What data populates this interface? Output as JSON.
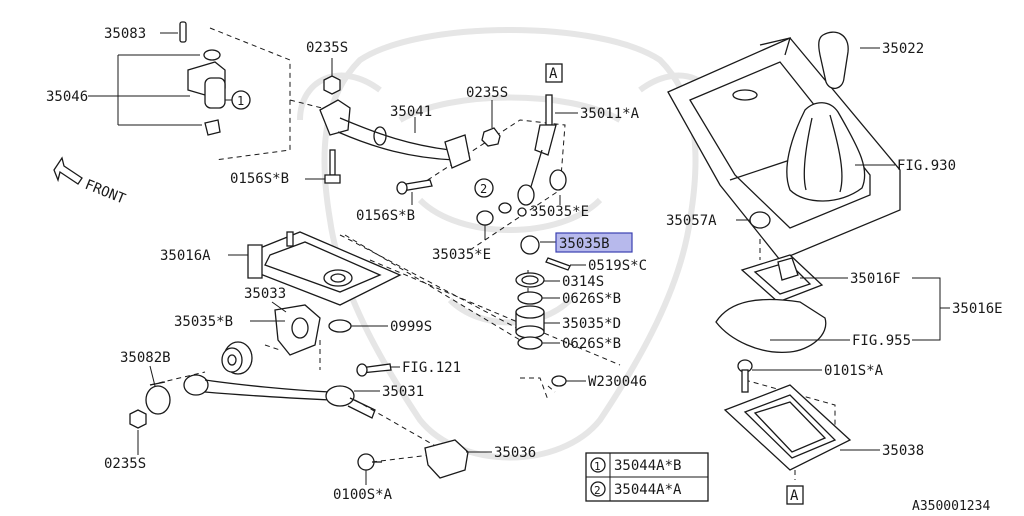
{
  "labels": {
    "p35083": "35083",
    "p35046": "35046",
    "p0235s_top": "0235S",
    "p35041": "35041",
    "p0235s_mid": "0235S",
    "p0156sb_left": "0156S*B",
    "p0156sb_mid": "0156S*B",
    "p35011a": "35011*A",
    "p35035e_right": "35035*E",
    "p35035e_left": "35035*E",
    "p35035b_selected": "35035B",
    "p0519sc": "0519S*C",
    "p0314s": "0314S",
    "p0626sb_top": "0626S*B",
    "p35035d": "35035*D",
    "p0626sb_bottom": "0626S*B",
    "p35016a": "35016A",
    "p35033": "35033",
    "p35035b_left": "35035*B",
    "p0999s": "0999S",
    "pfig121": "FIG.121",
    "p35082b": "35082B",
    "p35031": "35031",
    "p0235s_bottom": "0235S",
    "p35036": "35036",
    "p0100sa": "0100S*A",
    "pw230046": "W230046",
    "p35022": "35022",
    "pfig930": "FIG.930",
    "p35057a": "35057A",
    "p35016f": "35016F",
    "p35016e": "35016E",
    "pfig955": "FIG.955",
    "p0101sa": "0101S*A",
    "p35038": "35038",
    "front": "FRONT",
    "ref_a_top": "A",
    "ref_a_bottom": "A",
    "callout1": "1",
    "callout2": "2",
    "diagram_code": "A350001234"
  },
  "legend": [
    {
      "num": "1",
      "part": "35044A*B"
    },
    {
      "num": "2",
      "part": "35044A*A"
    }
  ],
  "colors": {
    "line": "#1a1a1a",
    "highlight_fill": "#b7b9ec",
    "highlight_border": "#3a3fb0",
    "watermark": "#e6e6e6"
  }
}
